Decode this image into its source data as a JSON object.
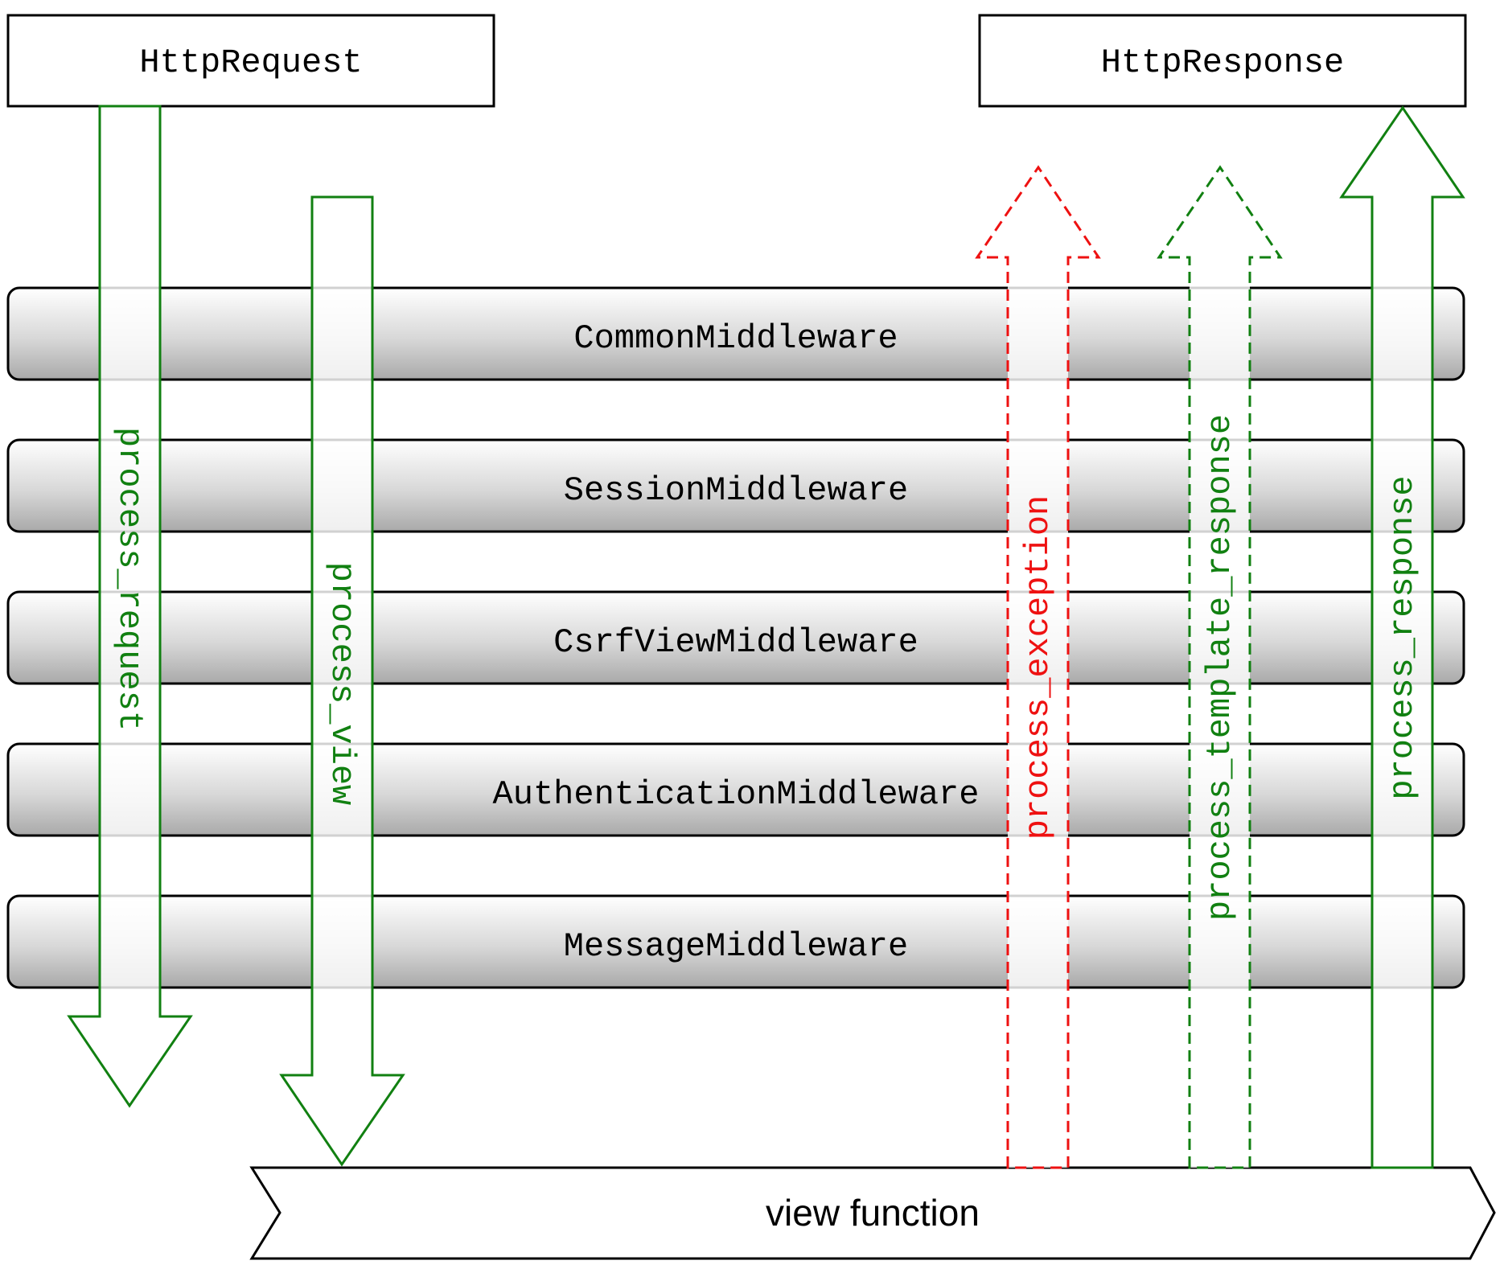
{
  "request_box": {
    "label": "HttpRequest"
  },
  "response_box": {
    "label": "HttpResponse"
  },
  "middleware_layers": [
    {
      "label": "CommonMiddleware"
    },
    {
      "label": "SessionMiddleware"
    },
    {
      "label": "CsrfViewMiddleware"
    },
    {
      "label": "AuthenticationMiddleware"
    },
    {
      "label": "MessageMiddleware"
    }
  ],
  "view_function": {
    "label": "view function"
  },
  "arrows": {
    "process_request": {
      "label": "process_request",
      "color": "#118011"
    },
    "process_view": {
      "label": "process_view",
      "color": "#118011"
    },
    "process_exception": {
      "label": "process_exception",
      "color": "#ee1111"
    },
    "process_template_response": {
      "label": "process_template_response",
      "color": "#118011"
    },
    "process_response": {
      "label": "process_response",
      "color": "#118011"
    }
  }
}
